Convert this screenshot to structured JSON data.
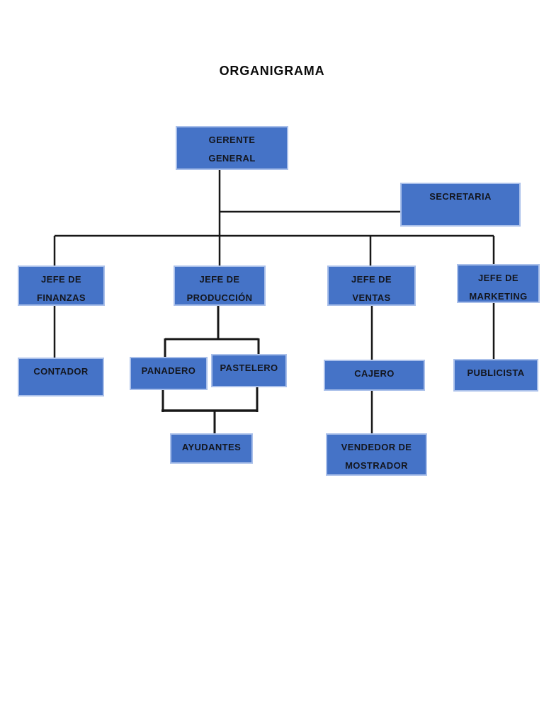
{
  "page": {
    "title": "ORGANIGRAMA"
  },
  "colors": {
    "box_fill": "#4573C7",
    "box_border": "#AAC0EA",
    "line": "#171717",
    "text": "#13161F",
    "page_bg": "#FFFFFF"
  },
  "org_chart": {
    "nodes": {
      "gerente": {
        "lines": [
          "GERENTE",
          "GENERAL"
        ]
      },
      "secretaria": {
        "lines": [
          "SECRETARIA"
        ]
      },
      "finanzas": {
        "lines": [
          "JEFE DE",
          "FINANZAS"
        ]
      },
      "produccion": {
        "lines": [
          "JEFE DE",
          "PRODUCCIÓN"
        ]
      },
      "ventas": {
        "lines": [
          "JEFE DE",
          "VENTAS"
        ]
      },
      "marketing": {
        "lines": [
          "JEFE DE",
          "MARKETING"
        ]
      },
      "contador": {
        "lines": [
          "CONTADOR"
        ]
      },
      "panadero": {
        "lines": [
          "PANADERO"
        ]
      },
      "pastelero": {
        "lines": [
          "PASTELERO"
        ]
      },
      "cajero": {
        "lines": [
          "CAJERO"
        ]
      },
      "publicista": {
        "lines": [
          "PUBLICISTA"
        ]
      },
      "ayudantes": {
        "lines": [
          "AYUDANTES"
        ]
      },
      "vendedor": {
        "lines": [
          "VENDEDOR DE",
          "MOSTRADOR"
        ]
      }
    }
  }
}
